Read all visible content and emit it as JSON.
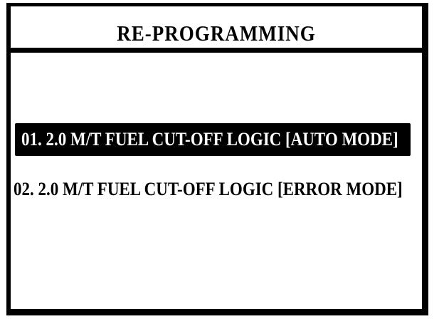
{
  "title": "RE-PROGRAMMING",
  "menu": {
    "items": [
      {
        "label": "01. 2.0 M/T FUEL CUT-OFF LOGIC [AUTO MODE]",
        "selected": true
      },
      {
        "label": "02. 2.0 M/T FUEL CUT-OFF LOGIC [ERROR MODE]",
        "selected": false
      }
    ]
  },
  "colors": {
    "foreground": "#000000",
    "background": "#ffffff",
    "highlight_background": "#000000",
    "highlight_text": "#ffffff"
  }
}
